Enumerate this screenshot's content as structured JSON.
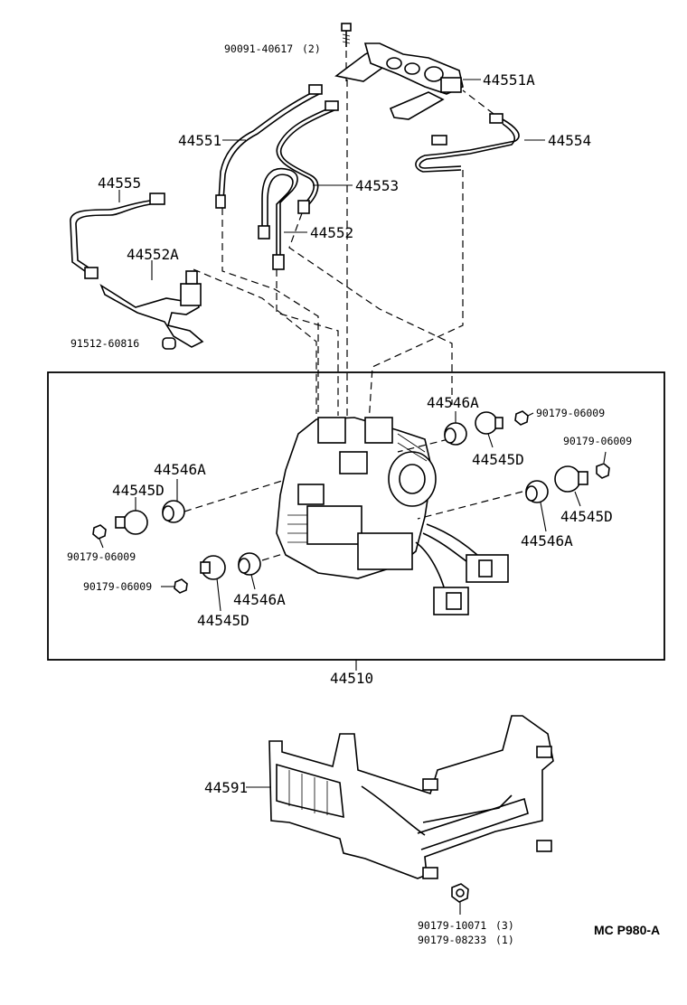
{
  "footer": {
    "figure_code": "MC P980-A"
  },
  "labels": {
    "bolt_top": "90091-40617",
    "bolt_top_qty": "(2)",
    "p44551A": "44551A",
    "p44551": "44551",
    "p44554": "44554",
    "p44555": "44555",
    "p44553": "44553",
    "p44552": "44552",
    "p44552A": "44552A",
    "bolt_91512": "91512-60816",
    "p44546A_top": "44546A",
    "nut_top_r1": "90179-06009",
    "p44545D_top": "44545D",
    "nut_top_r2": "90179-06009",
    "p44546A_left": "44546A",
    "p44545D_left": "44545D",
    "nut_left": "90179-06009",
    "p44545D_right": "44545D",
    "p44546A_right": "44546A",
    "nut_left2": "90179-06009",
    "p44546A_bot": "44546A",
    "p44545D_bot": "44545D",
    "p44510": "44510",
    "p44591": "44591",
    "nut_bottom1": "90179-10071",
    "nut_bottom1_qty": "(3)",
    "nut_bottom2": "90179-08233",
    "nut_bottom2_qty": "(1)"
  }
}
